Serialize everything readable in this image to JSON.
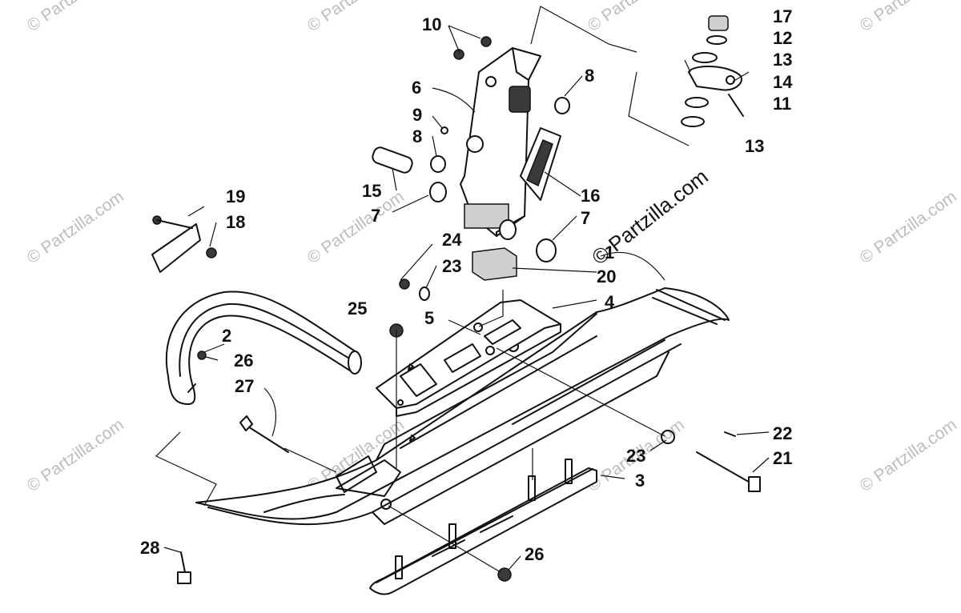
{
  "watermark": {
    "text": "© Partzilla.com"
  },
  "callouts": {
    "c1": "1",
    "c2": "2",
    "c3": "3",
    "c4": "4",
    "c5": "5",
    "c6": "6",
    "c7a": "7",
    "c7b": "7",
    "c8a": "8",
    "c8b": "8",
    "c9": "9",
    "c10": "10",
    "c11": "11",
    "c12": "12",
    "c13a": "13",
    "c13b": "13",
    "c14": "14",
    "c15": "15",
    "c16": "16",
    "c17": "17",
    "c18": "18",
    "c19": "19",
    "c20": "20",
    "c21": "21",
    "c22": "22",
    "c23a": "23",
    "c23b": "23",
    "c24": "24",
    "c25": "25",
    "c26a": "26",
    "c26b": "26",
    "c27": "27",
    "c28": "28"
  }
}
